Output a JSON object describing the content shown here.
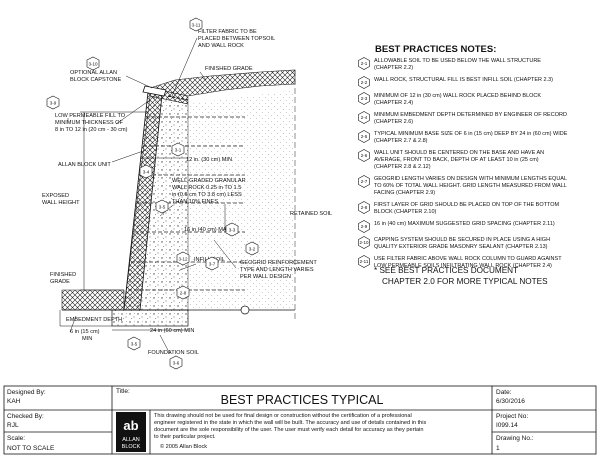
{
  "diagram": {
    "callouts": {
      "c3_11": "3-11",
      "c3_10": "3-10",
      "c3_9": "3-9",
      "c3_1": "3-1",
      "c3_4": "3-4",
      "c3_5": "3-5",
      "c3_3": "3-3",
      "c3_12": "3-12",
      "c3_7": "3-7",
      "c3_2": "3-2",
      "c3_6": "3-6"
    },
    "labels": {
      "filter_fabric": [
        "FILTER FABRIC TO BE",
        "PLACED BETWEEN TOPSOIL",
        "AND WALL ROCK"
      ],
      "optional_capstone": [
        "OPTIONAL ALLAN",
        "BLOCK CAPSTONE"
      ],
      "finished_grade_top": "FINISHED GRADE",
      "low_permeable": [
        "LOW PERMEABLE FILL TO",
        "MINIMUM THICKNESS OF",
        "8 in TO 12 in (20 cm - 30 cm)"
      ],
      "allan_block_unit": "ALLAN BLOCK UNIT",
      "exposed_height": [
        "EXPOSED",
        "WALL HEIGHT"
      ],
      "dim_12in": "12 in. (30 cm) MIN",
      "granular": [
        "WELL-GRADED GRANULAR",
        "WALL ROCK 0.25 in TO 1.5",
        "in  (0.6 cm TO 3.8 cm) LESS",
        "THAN 10% FINES"
      ],
      "retained_soil": "RETAINED SOIL",
      "max_16": "16 in (40 cm) MAX",
      "infill_soil": "INFILL SOIL",
      "geogrid": [
        "GEOGRID REINFORCEMENT",
        "TYPE AND LENGTH VARIES",
        "PER WALL DESIGN"
      ],
      "finished_grade_bottom": [
        "FINISHED",
        "GRADE"
      ],
      "embedment": "EMBEDMENT DEPTH",
      "min_6in": [
        "6 in (15 cm)",
        "MIN"
      ],
      "min_24in": "24 in (60 cm) MIN",
      "foundation_soil": "FOUNDATION SOIL"
    }
  },
  "notes": {
    "title": "BEST PRACTICES NOTES:",
    "items": [
      {
        "code": "2-1",
        "lines": [
          "ALLOWABLE SOIL TO BE USED BELOW THE WALL STRUCTURE",
          "(CHAPTER 2.2)"
        ]
      },
      {
        "code": "2-2",
        "lines": [
          "WALL ROCK, STRUCTURAL FILL IS BEST INFILL SOIL (CHAPTER 2.3)"
        ]
      },
      {
        "code": "2-3",
        "lines": [
          "MINIMUM OF 12 in (30 cm) WALL ROCK PLACED BEHIND BLOCK",
          "(CHAPTER 2.4)"
        ]
      },
      {
        "code": "2-4",
        "lines": [
          "MINIMUM EMBEDMENT DEPTH DETERMINED BY ENGINEER OF RECORD",
          "(CHAPTER  2.6)"
        ]
      },
      {
        "code": "2-5",
        "lines": [
          "TYPICAL MINIMUM BASE SIZE OF 6 in (15 cm) DEEP BY 24 in (60 cm) WIDE",
          "(CHAPTER 2.7 & 2.8)"
        ]
      },
      {
        "code": "2-6",
        "lines": [
          "WALL UNIT SHOULD BE CENTERED ON THE BASE AND HAVE AN",
          "AVERAGE, FRONT TO BACK, DEPTH OF AT LEAST 10 in (25 cm)",
          "(CHAPTER 2.8 & 2.12)"
        ]
      },
      {
        "code": "2-7",
        "lines": [
          "GEOGRID LENGTH VARIES ON DESIGN WITH MINIMUM LENGTHS EQUAL",
          "TO 60% OF TOTAL WALL HEIGHT.  GRID LENGTH MEASURED FROM WALL",
          "FACING (CHAPTER 2.9)"
        ]
      },
      {
        "code": "2-8",
        "lines": [
          "FIRST LAYER OF GRID SHOULD BE PLACED ON TOP OF THE BOTTOM",
          "BLOCK (CHAPTER 2.10)"
        ]
      },
      {
        "code": "2-9",
        "lines": [
          "16 in (40 cm) MAXIMUM SUGGESTED GRID SPACING (CHAPTER 2.11)"
        ]
      },
      {
        "code": "2-10",
        "lines": [
          "CAPPING SYSTEM SHOULD BE SECURED IN PLACE USING A HIGH",
          "QUALITY EXTERIOR GRADE MASONRY SEALANT (CHAPTER 2.13)"
        ]
      },
      {
        "code": "2-11",
        "lines": [
          "USE FILTER FABRIC ABOVE WALL ROCK COLUMN TO GUARD AGAINST",
          "LOW PERMEABLE SOILS INFILTRATING WALL ROCK (CHAPTER 2.4)"
        ]
      }
    ],
    "see_more": [
      "* SEE BEST PRACTICES DOCUMENT",
      "CHAPTER 2.0 FOR MORE TYPICAL NOTES"
    ]
  },
  "title_block": {
    "designed_by_label": "Designed By:",
    "designed_by": "KAH",
    "checked_by_label": "Checked By:",
    "checked_by": "RJL",
    "scale_label": "Scale:",
    "scale": "NOT TO SCALE",
    "title_label": "Title:",
    "title": "BEST PRACTICES TYPICAL",
    "logo_text_1": "ALLAN",
    "logo_text_2": "BLOCK",
    "disclaimer": [
      "This drawing should not be used for final design or construction without the certification of a professional",
      "engineer registered in the state in which the wall will be built.  The accuracy and use of details contained in this",
      "document are the sole responsibility of the user.  The user must verify each detail for accuracy as they pertain",
      "to their particular project."
    ],
    "copyright": "© 2005 Allan Block",
    "date_label": "Date:",
    "date": "6/30/2016",
    "project_label": "Project No:",
    "project": "I099.14",
    "drawing_label": "Drawing No.:",
    "drawing": "1"
  }
}
